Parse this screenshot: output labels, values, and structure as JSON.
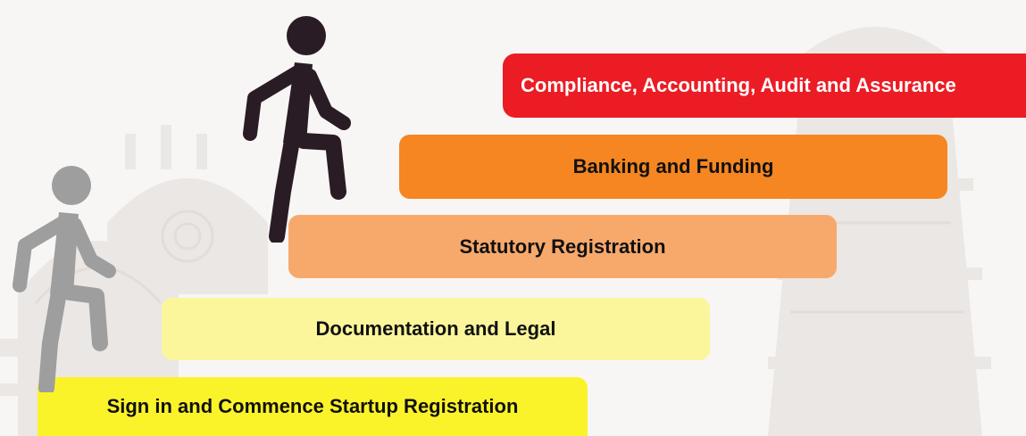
{
  "steps": [
    {
      "label": "Sign in and Commence Startup Registration",
      "color": "#fbf32a",
      "text_color": "#111111"
    },
    {
      "label": "Documentation and Legal",
      "color": "#fbf69b",
      "text_color": "#111111"
    },
    {
      "label": "Statutory Registration",
      "color": "#f7a96c",
      "text_color": "#111111"
    },
    {
      "label": "Banking and Funding",
      "color": "#f58621",
      "text_color": "#111111"
    },
    {
      "label": "Compliance, Accounting, Audit and Assurance",
      "color": "#ec1c24",
      "text_color": "#ffffff"
    }
  ],
  "figures": [
    {
      "icon": "climbing-person-icon",
      "color": "#2a1c25"
    },
    {
      "icon": "climbing-person-icon",
      "color": "#9e9e9e"
    }
  ],
  "background": {
    "color": "#f7f6f5",
    "watermark_color": "#e9e5e2"
  }
}
